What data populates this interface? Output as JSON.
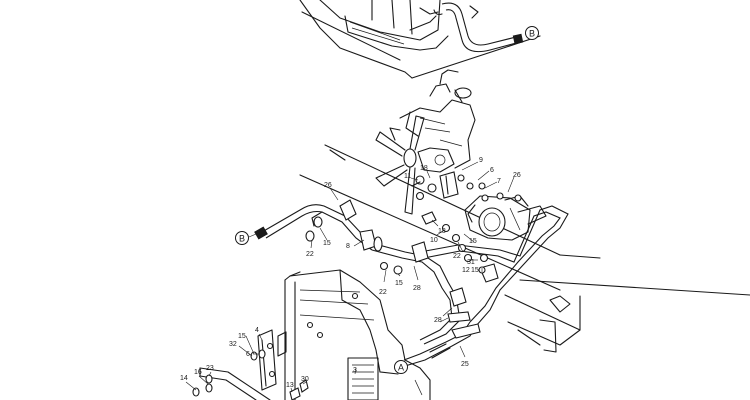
{
  "callouts": {
    "b_top": "B",
    "b_left": "B",
    "a_bottom": "A"
  },
  "part_numbers": {
    "p18_top": "18",
    "p11": "11",
    "p9": "9",
    "p6": "6",
    "p26_right": "26",
    "p7": "7",
    "p26_left": "26",
    "p22_left": "22",
    "p15_left": "15",
    "p8": "8",
    "p18_mid": "18",
    "p10": "10",
    "p22_mid": "22",
    "p15_right": "15",
    "p31": "31",
    "p12": "12",
    "p22_lower": "22",
    "p15_lower": "15",
    "p28_mid": "28",
    "p28_lower": "28",
    "p25": "25",
    "p15_bl": "15",
    "p4": "4",
    "p32": "32",
    "p6_bl": "6",
    "p23": "23",
    "p14": "14",
    "p16": "16",
    "p13": "13",
    "p30": "30",
    "p3": "3"
  }
}
